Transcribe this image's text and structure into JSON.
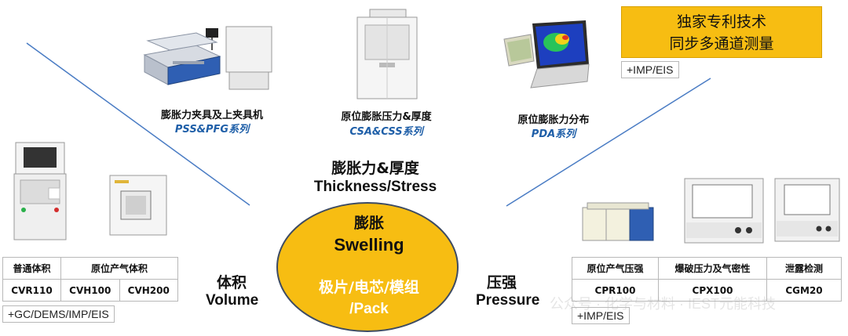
{
  "products_top": [
    {
      "cn": "膨胀力夹具及上夹具机",
      "en": "PSS&PFG系列",
      "image": "fixture-machine-image"
    },
    {
      "cn": "原位膨胀压力&厚度",
      "en": "CSA&CSS系列",
      "image": "chamber-machine-image"
    },
    {
      "cn": "原位膨胀力分布",
      "en": "PDA系列",
      "image": "laptop-pressure-map-image"
    }
  ],
  "center": {
    "top_cn": "膨胀力&厚度",
    "top_en": "Thickness/Stress",
    "ellipse_cn": "膨胀",
    "ellipse_en": "Swelling",
    "ellipse_sub_line1": "极片/电芯/模组",
    "ellipse_sub_line2": "/Pack",
    "left_cn": "体积",
    "left_en": "Volume",
    "right_cn": "压强",
    "right_en": "Pressure"
  },
  "patent_box": {
    "line1": "独家专利技术",
    "line2": "同步多通道测量"
  },
  "notes": {
    "top_right": "+IMP/EIS",
    "volume": "+GC/DEMS/IMP/EIS",
    "pressure": "+IMP/EIS"
  },
  "volume_table": {
    "headers": [
      "普通体积",
      "原位产气体积"
    ],
    "values": [
      "CVR110",
      "CVH100",
      "CVH200"
    ]
  },
  "pressure_table": {
    "headers": [
      "原位产气压强",
      "爆破压力及气密性",
      "泄露检测"
    ],
    "values": [
      "CPR100",
      "CPX100",
      "CGM20"
    ]
  },
  "watermark": "公众号 · 化学与材料 · IEST元能科技",
  "colors": {
    "accent_yellow": "#f7bd12",
    "series_blue": "#1f5fa8",
    "line_blue": "#4a7cc4"
  }
}
